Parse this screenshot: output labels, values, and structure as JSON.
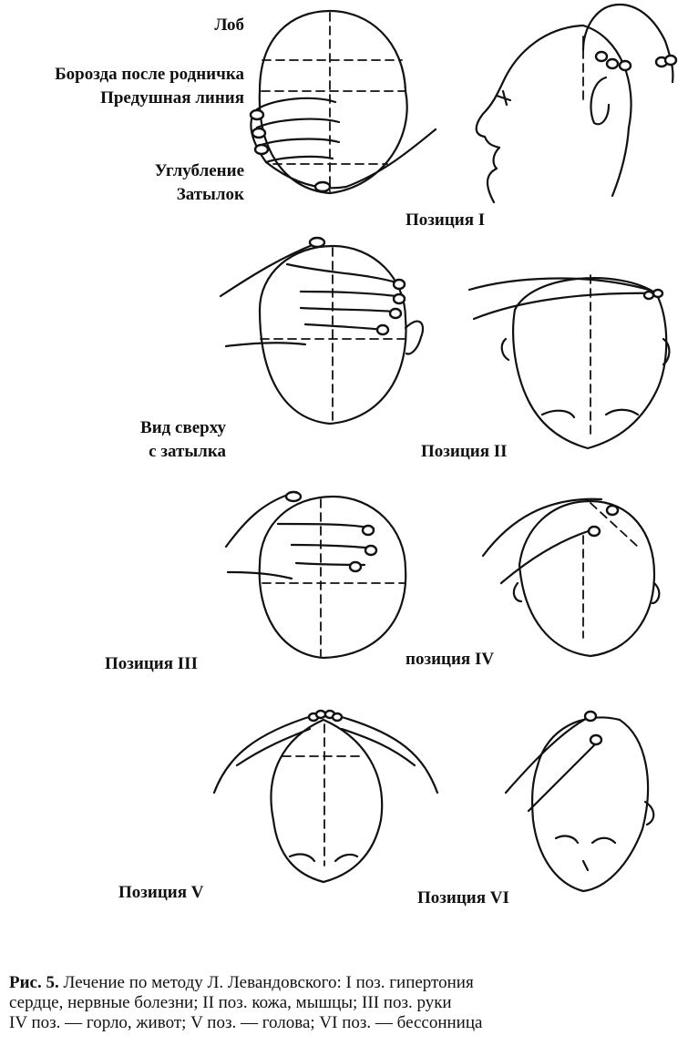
{
  "labels": {
    "forehead": "Лоб",
    "fontanel_groove": "Борозда после родничка",
    "front_line": "Предушная линия",
    "depression": "Углубление",
    "occiput": "Затылок",
    "top_view_1": "Вид сверху",
    "top_view_2": "с затылка"
  },
  "positions": {
    "p1": "Позиция I",
    "p2": "Позиция II",
    "p3": "Позиция III",
    "p4": "позиция IV",
    "p5": "Позиция V",
    "p6": "Позиция VI"
  },
  "caption": {
    "fig_no": "Рис. 5.",
    "line1": "Лечение по методу Л. Левандовского: I поз.    гипертония",
    "line2": "сердце, нервные болезни; II поз.    кожа, мышцы; III поз.    руки",
    "line3": "IV поз. — горло, живот; V поз. — голова; VI поз. — бессонница"
  }
}
